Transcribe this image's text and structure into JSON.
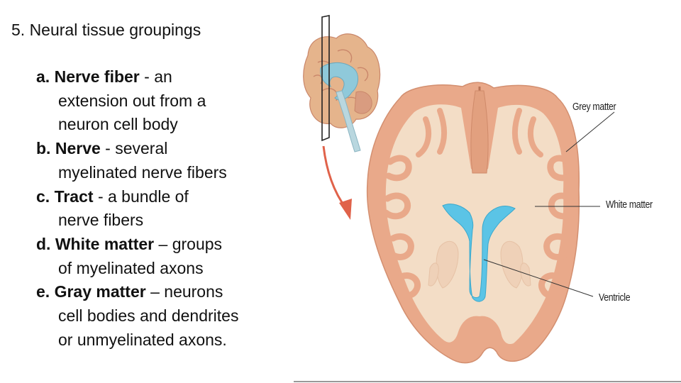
{
  "slide": {
    "title": "5. Neural tissue groupings"
  },
  "definitions": [
    {
      "letter": "a.",
      "term": "Nerve fiber",
      "line1_rest": " - an",
      "cont": [
        "extension out from a",
        "neuron cell body"
      ]
    },
    {
      "letter": "b.",
      "term": "Nerve",
      "line1_rest": " - several",
      "cont": [
        "myelinated nerve fibers"
      ]
    },
    {
      "letter": "c.",
      "term": "Tract",
      "line1_rest": " - a bundle of",
      "cont": [
        "nerve fibers"
      ]
    },
    {
      "letter": "d.",
      "term": "White matter",
      "line1_rest": " – groups",
      "cont": [
        "of myelinated axons"
      ]
    },
    {
      "letter": "e.",
      "term": "Gray matter",
      "line1_rest": " – neurons",
      "cont": [
        "cell bodies and dendrites",
        "or unmyelinated axons."
      ]
    }
  ],
  "figure": {
    "labels": {
      "grey_matter": "Grey matter",
      "white_matter": "White matter",
      "ventricle": "Ventricle"
    },
    "colors": {
      "grey_matter": "#e9a98a",
      "white_matter": "#f3ddc6",
      "ventricle": "#5bc4e6",
      "arrow": "#e0624a"
    }
  }
}
